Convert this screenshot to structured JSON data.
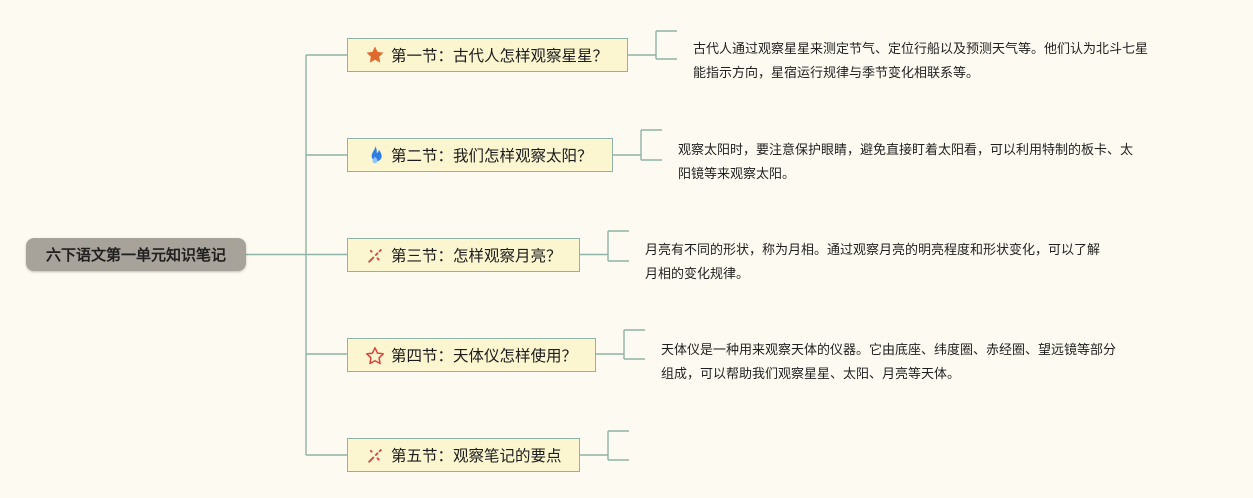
{
  "root": {
    "label": "六下语文第一单元知识笔记"
  },
  "topics": [
    {
      "label": "第一节：古代人怎样观察星星？",
      "icon": "filled-star-icon",
      "icon_color": "#e06a2c",
      "note": [
        "古代人通过观察星星来测定节气、定位行船以及预测天气等。他们认为北斗七星",
        "能指示方向，星宿运行规律与季节变化相联系等。"
      ]
    },
    {
      "label": "第二节：我们怎样观察太阳？",
      "icon": "flame-icon",
      "icon_color": "#2f7de1",
      "note": [
        "观察太阳时，要注意保护眼睛，避免直接盯着太阳看，可以利用特制的板卡、太",
        "阳镜等来观察太阳。"
      ]
    },
    {
      "label": "第三节：怎样观察月亮？",
      "icon": "sparkle-icon",
      "icon_color": "#d9453b",
      "note": [
        "月亮有不同的形状，称为月相。通过观察月亮的明亮程度和形状变化，可以了解",
        "月相的变化规律。"
      ]
    },
    {
      "label": "第四节：天体仪怎样使用？",
      "icon": "outline-star-icon",
      "icon_color": "#d9453b",
      "note": [
        "天体仪是一种用来观察天体的仪器。它由底座、纬度圈、赤经圈、望远镜等部分",
        "组成，可以帮助我们观察星星、太阳、月亮等天体。"
      ]
    },
    {
      "label": "第五节：观察笔记的要点",
      "icon": "sparkle-icon",
      "icon_color": "#d9453b",
      "note": [
        "",
        ""
      ]
    }
  ],
  "colors": {
    "background": "#fdfbf1",
    "connector": "#8fb3a6",
    "topic_fill": "#fbf5d0",
    "root_fill": "#a8a39a"
  }
}
